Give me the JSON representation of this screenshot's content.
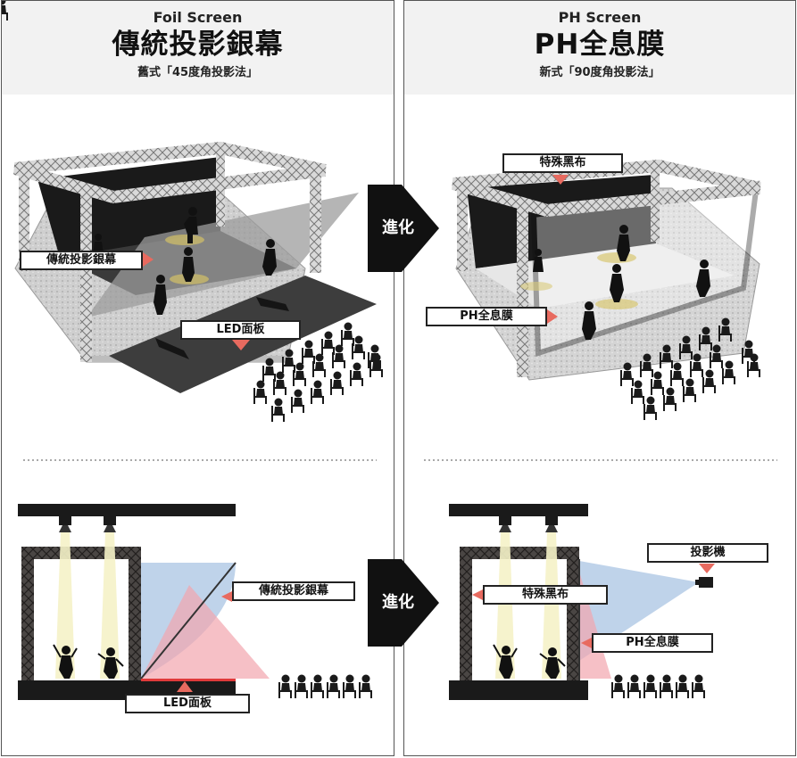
{
  "left_panel": {
    "en_title": "Foil Screen",
    "zh_title": "傳統投影銀幕",
    "subtitle": "舊式「45度角投影法」",
    "labels": {
      "foil_screen_top": "傳統投影銀幕",
      "led_panel_top": "LED面板",
      "foil_screen_bottom": "傳統投影銀幕",
      "led_panel_bottom": "LED面板"
    }
  },
  "right_panel": {
    "en_title": "PH Screen",
    "zh_title": "PH全息膜",
    "subtitle": "新式「90度角投影法」",
    "labels": {
      "black_cloth_top": "特殊黑布",
      "ph_film_top": "PH全息膜",
      "projector": "投影機",
      "black_cloth_bottom": "特殊黑布",
      "ph_film_bottom": "PH全息膜"
    }
  },
  "evolution_arrows": {
    "top": "進化",
    "bottom": "進化"
  },
  "colors": {
    "accent_red": "#e86a5f",
    "projection_blue": "#a9c4e3",
    "projection_pink": "#f2a5ae",
    "beam_yellow": "#f5f2c8",
    "truss_dark": "#3d3a38"
  }
}
